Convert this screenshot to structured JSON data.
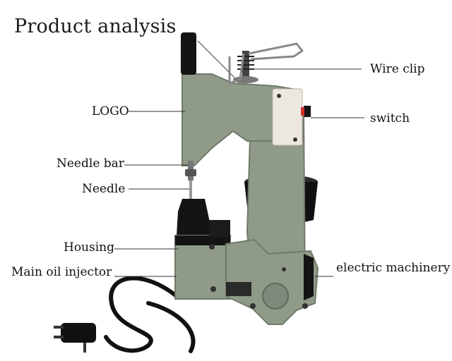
{
  "title": "Product analysis",
  "labels": {
    "wire_clip": "Wire clip",
    "logo": "LOGO",
    "switch": "switch",
    "needle_bar": "Needle bar",
    "needle": "Needle",
    "housing": "Housing",
    "main_oil_injector": "Main oil injector",
    "electric_machinery": "electric machinery"
  },
  "colors": {
    "machine_body": "#8f9a88",
    "machine_shadow": "#6f7a69",
    "black_parts": "#141414",
    "switch_plate": "#ece8e0",
    "switch_red": "#d0302a",
    "leader_line": "#333333",
    "cable": "#111111"
  }
}
